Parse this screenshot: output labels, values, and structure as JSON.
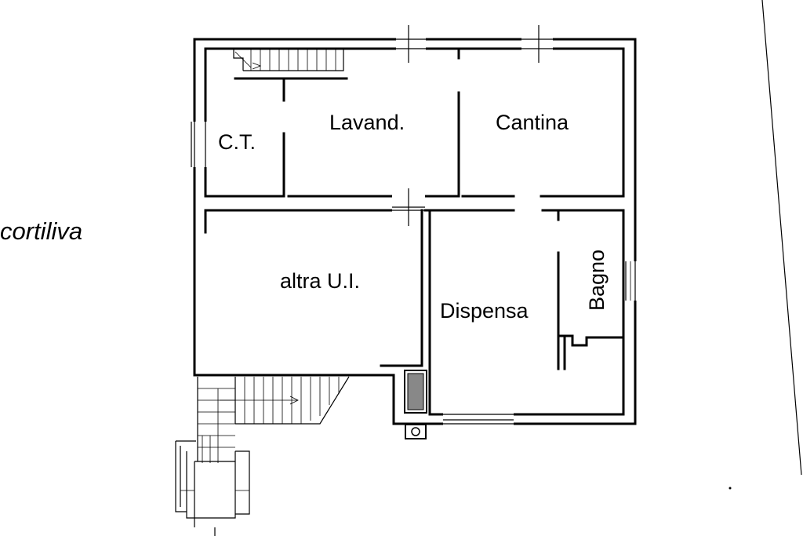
{
  "area_label": "cortiliva",
  "rooms": {
    "ct": "C.T.",
    "lavanderia": "Lavand.",
    "cantina": "Cantina",
    "altra_ui": "altra U.I.",
    "dispensa": "Dispensa",
    "bagno": "Bagno"
  }
}
